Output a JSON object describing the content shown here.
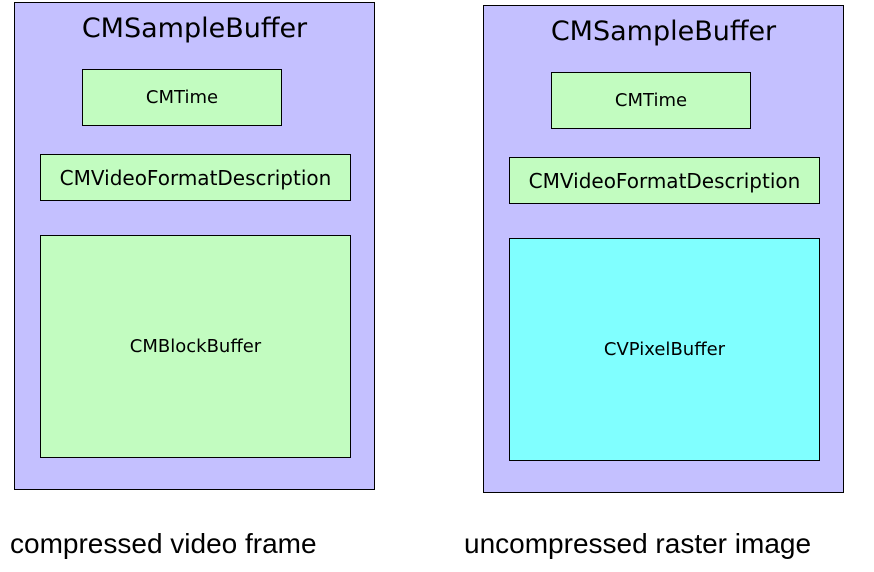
{
  "panels": [
    {
      "container_label": "CMSampleBuffer",
      "time_label": "CMTime",
      "format_label": "CMVideoFormatDescription",
      "buffer_label": "CMBlockBuffer",
      "caption": "compressed video frame"
    },
    {
      "container_label": "CMSampleBuffer",
      "time_label": "CMTime",
      "format_label": "CMVideoFormatDescription",
      "buffer_label": "CVPixelBuffer",
      "caption": "uncompressed raster image"
    }
  ],
  "colors": {
    "container_fill": "#c4c0ff",
    "component_fill": "#c2fcc0",
    "pixel_buffer_fill": "#80ffff",
    "border": "#000000"
  }
}
